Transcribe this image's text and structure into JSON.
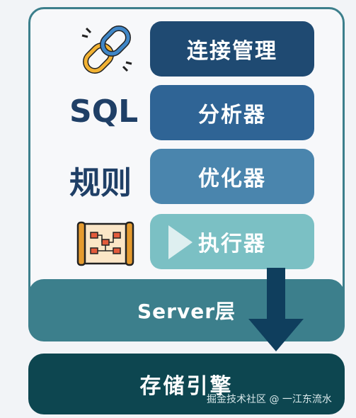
{
  "diagram": {
    "layers": {
      "connection": "连接管理",
      "analyzer": "分析器",
      "optimizer": "优化器",
      "executor": "执行器",
      "server": "Server层",
      "storage": "存储引擎"
    },
    "side_labels": {
      "sql": "SQL",
      "rule": "规则"
    },
    "icons": [
      "chain-link-icon",
      "plan-scroll-icon",
      "down-arrow-icon",
      "play-icon"
    ],
    "colors": {
      "connection": "#1f4a72",
      "analyzer": "#2f6495",
      "optimizer": "#4a85ad",
      "executor": "#7bc0c4",
      "server": "#3c7f8c",
      "storage": "#0d4650"
    },
    "watermark": "掘金技术社区 @ 一江东流水"
  }
}
